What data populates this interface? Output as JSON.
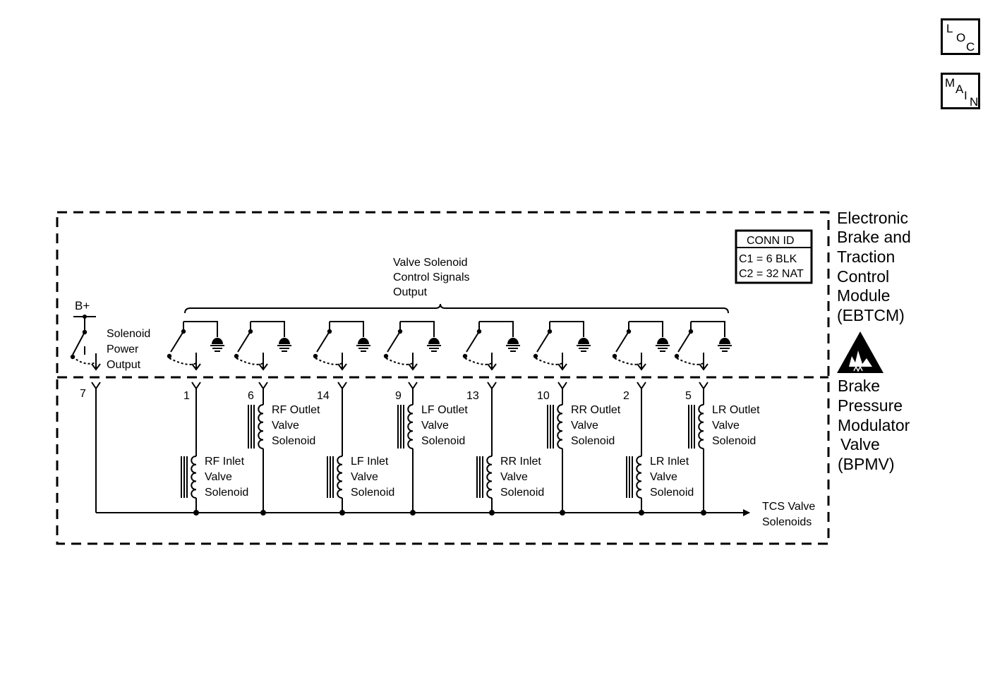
{
  "nav": {
    "loc": [
      "L",
      "O",
      "C"
    ],
    "main": [
      "M",
      "A",
      "I",
      "N"
    ]
  },
  "labels": {
    "b_plus": "B+",
    "solenoid_power_output": [
      "Solenoid",
      "Power",
      "Output"
    ],
    "control_signals": [
      "Valve Solenoid",
      "Control  Signals",
      "Output"
    ],
    "tcs_valve_solenoids": [
      "TCS Valve",
      "Solenoids"
    ]
  },
  "conn_id": {
    "title": "CONN ID",
    "rows": [
      "C1 = 6 BLK",
      "C2 = 32 NAT"
    ]
  },
  "modules": {
    "ebtcm": [
      "Electronic",
      "Brake and",
      "Traction",
      "Control",
      "Module",
      "(EBTCM)"
    ],
    "bpmv": [
      "Brake",
      "Pressure",
      "Modulator",
      "Valve",
      "(BPMV)"
    ]
  },
  "power_pin": "7",
  "solenoids": [
    {
      "pin": "1",
      "lines": [
        "RF Inlet",
        "Valve",
        "Solenoid"
      ]
    },
    {
      "pin": "6",
      "lines": [
        "RF Outlet",
        "Valve",
        "Solenoid"
      ]
    },
    {
      "pin": "14",
      "lines": [
        "LF Inlet",
        "Valve",
        "Solenoid"
      ]
    },
    {
      "pin": "9",
      "lines": [
        "LF Outlet",
        "Valve",
        "Solenoid"
      ]
    },
    {
      "pin": "13",
      "lines": [
        "RR Inlet",
        "Valve",
        "Solenoid"
      ]
    },
    {
      "pin": "10",
      "lines": [
        "RR Outlet",
        "Valve",
        "Solenoid"
      ]
    },
    {
      "pin": "2",
      "lines": [
        "LR Inlet",
        "Valve",
        "Solenoid"
      ]
    },
    {
      "pin": "5",
      "lines": [
        "LR Outlet",
        "Valve",
        "Solenoid"
      ]
    }
  ]
}
